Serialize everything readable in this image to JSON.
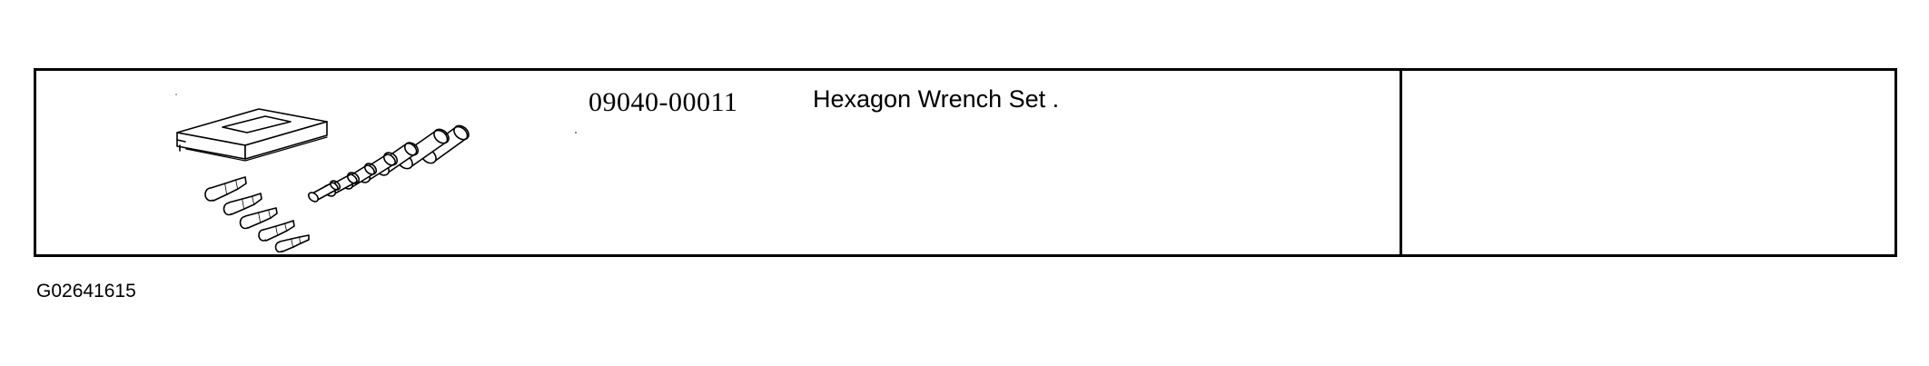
{
  "tool_row": {
    "part_number": "09040-00011",
    "part_name": "Hexagon Wrench Set .",
    "illustration_icon": "hexagon-wrench-set-illustration"
  },
  "figure_code": "G02641615"
}
